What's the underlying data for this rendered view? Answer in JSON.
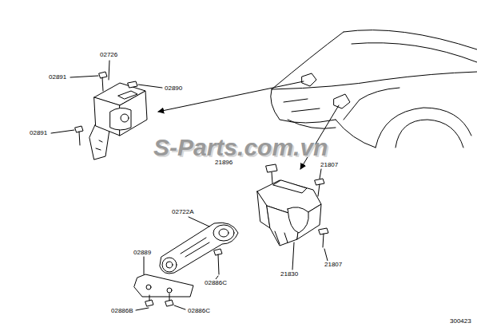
{
  "diagram": {
    "labels": [
      "02726",
      "02891",
      "02890",
      "02891",
      "21896",
      "21807",
      "02722A",
      "02889",
      "21830",
      "21807",
      "02886C",
      "02886B",
      "02886C",
      "S-Parts.com.vn",
      "300423"
    ]
  }
}
